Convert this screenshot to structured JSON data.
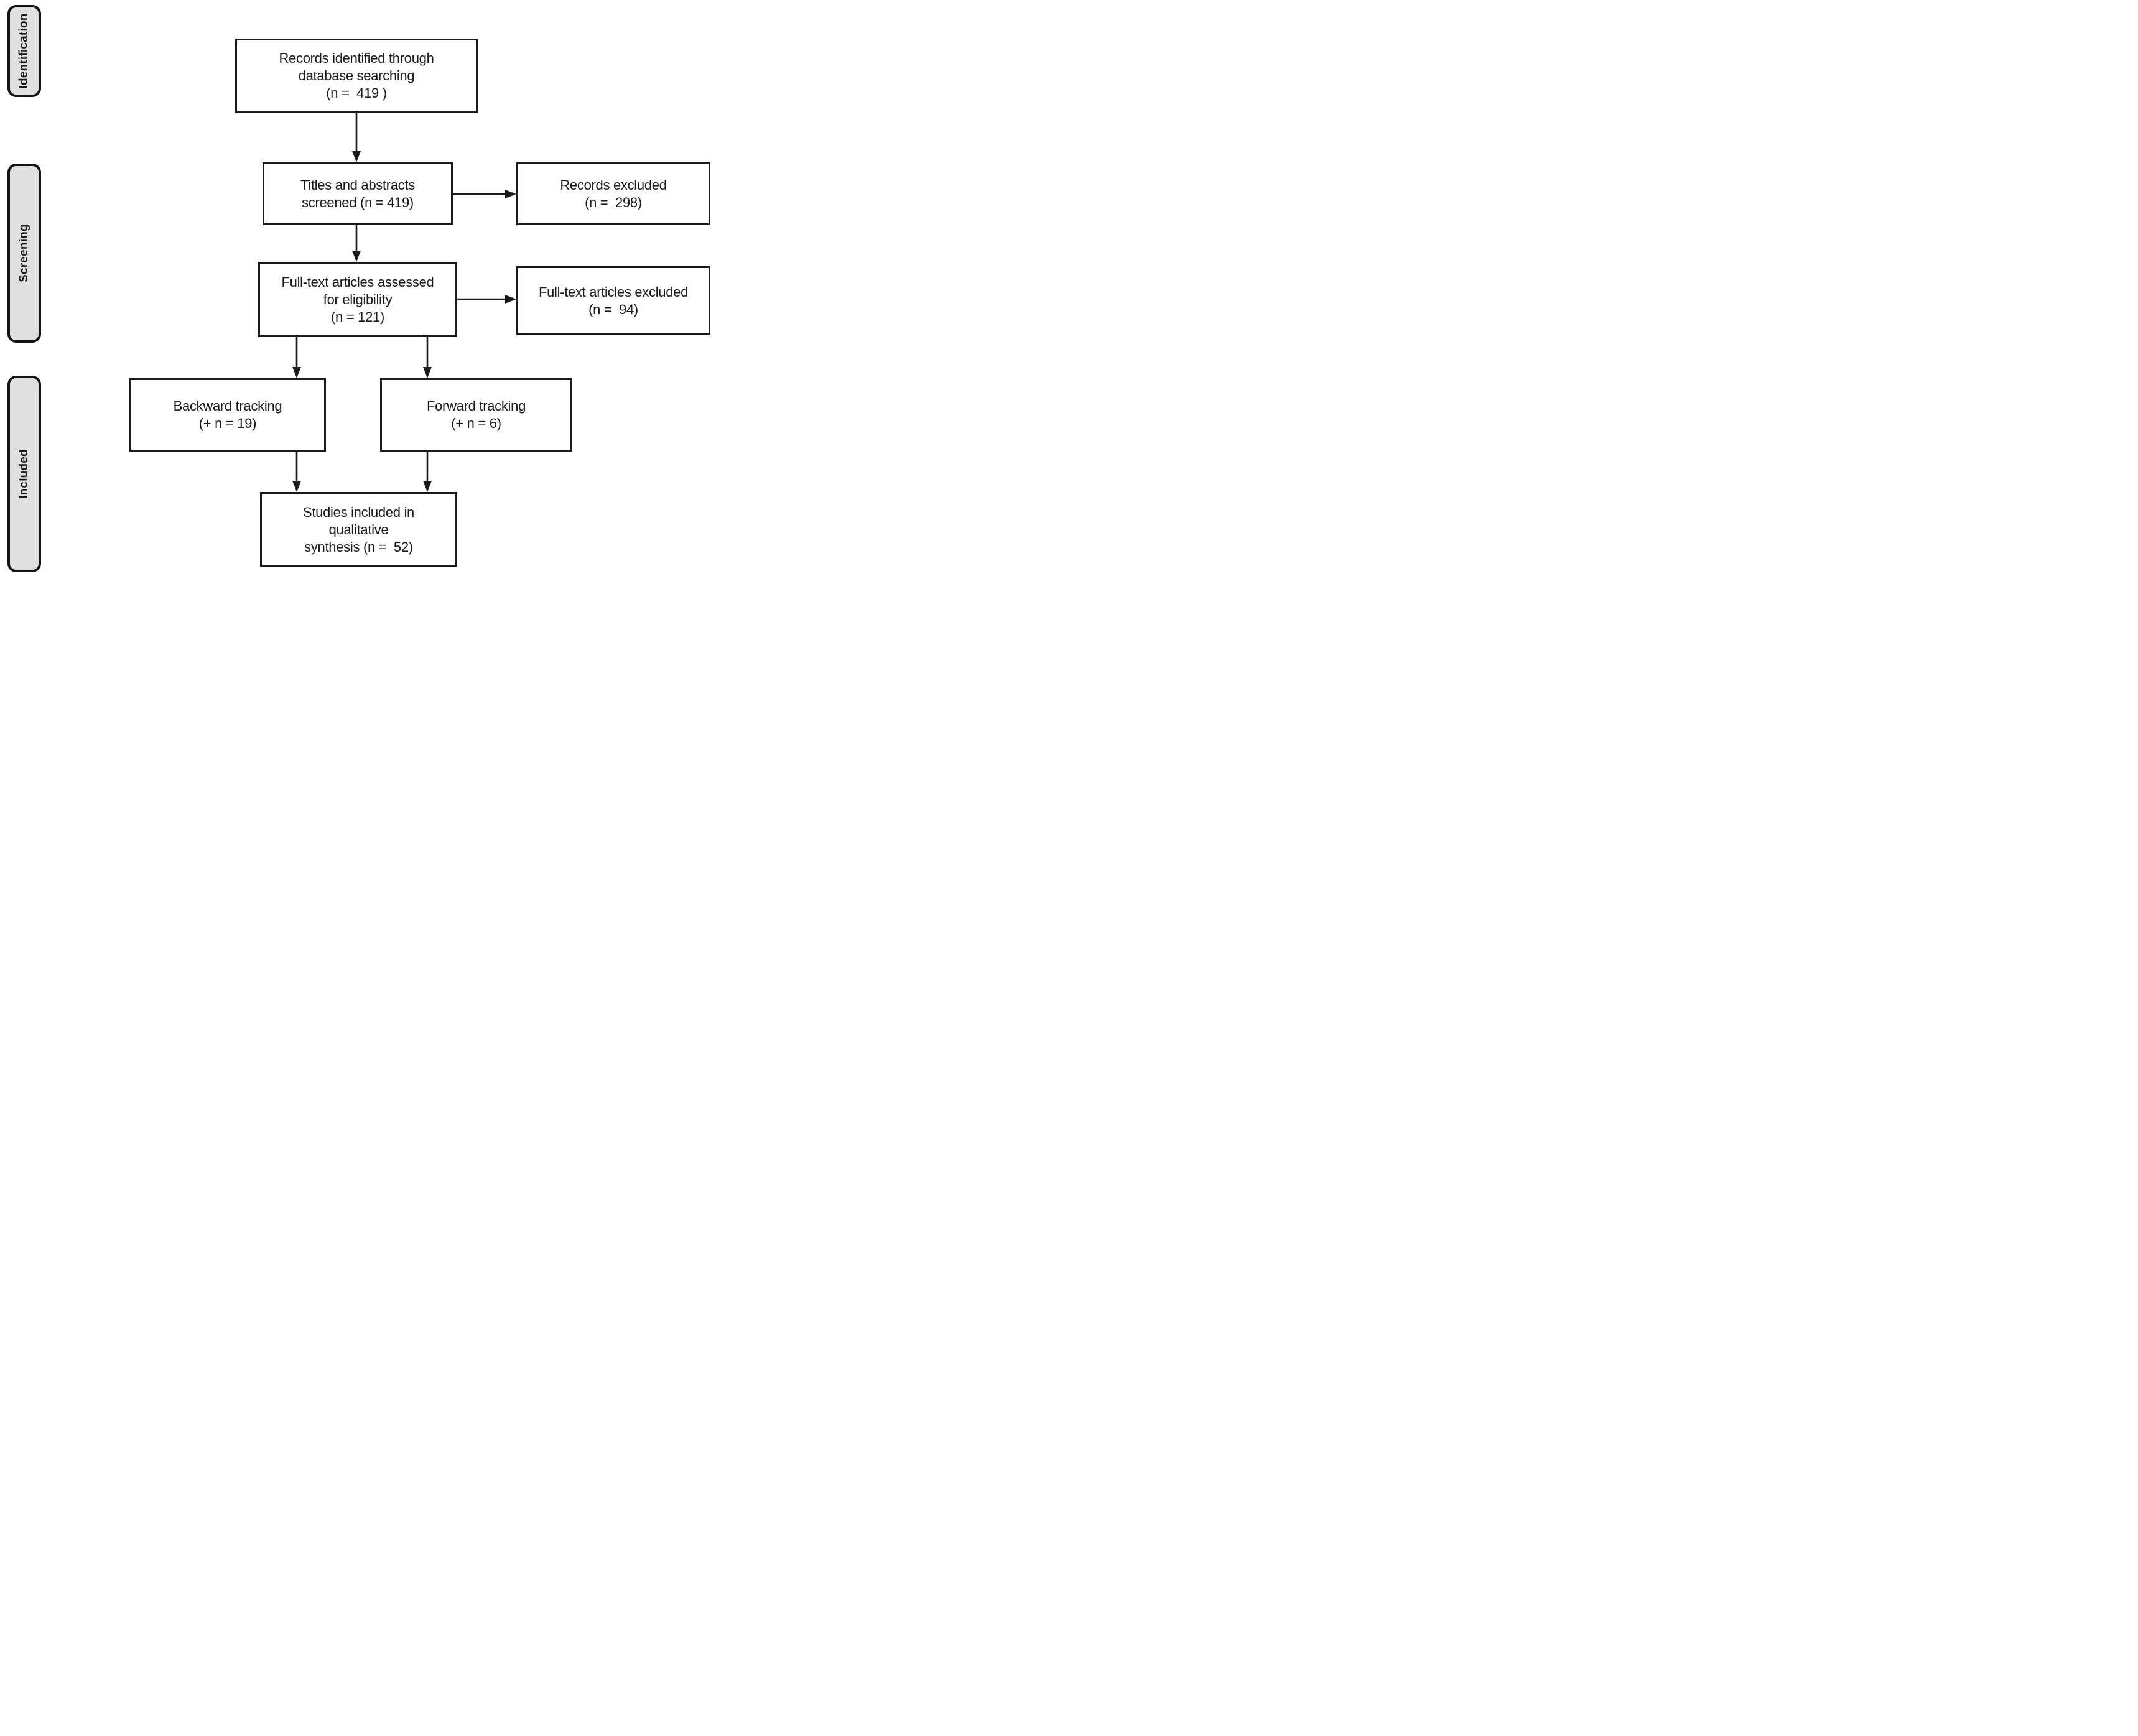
{
  "diagram_type": "flowchart",
  "stages": [
    {
      "id": "identification",
      "label": "Identification"
    },
    {
      "id": "screening",
      "label": "Screening"
    },
    {
      "id": "included",
      "label": "Included"
    }
  ],
  "nodes": [
    {
      "id": "records-identified",
      "text": "Records identified through\ndatabase searching\n(n =  419 )",
      "n": 419
    },
    {
      "id": "titles-screened",
      "text": "Titles and abstracts\nscreened (n = 419)",
      "n": 419
    },
    {
      "id": "records-excluded",
      "text": "Records excluded\n(n =  298)",
      "n": 298
    },
    {
      "id": "fulltext-assessed",
      "text": "Full-text articles assessed\nfor eligibility\n(n = 121)",
      "n": 121
    },
    {
      "id": "fulltext-excluded",
      "text": "Full-text articles excluded\n(n =  94)",
      "n": 94
    },
    {
      "id": "backward-tracking",
      "text": "Backward tracking\n(+ n = 19)",
      "n": 19
    },
    {
      "id": "forward-tracking",
      "text": "Forward tracking\n(+ n = 6)",
      "n": 6
    },
    {
      "id": "studies-included",
      "text": "Studies included in\nqualitative\nsynthesis (n =  52)",
      "n": 52
    }
  ],
  "edges": [
    {
      "from": "records-identified",
      "to": "titles-screened"
    },
    {
      "from": "titles-screened",
      "to": "records-excluded"
    },
    {
      "from": "titles-screened",
      "to": "fulltext-assessed"
    },
    {
      "from": "fulltext-assessed",
      "to": "fulltext-excluded"
    },
    {
      "from": "fulltext-assessed",
      "to": "backward-tracking"
    },
    {
      "from": "fulltext-assessed",
      "to": "forward-tracking"
    },
    {
      "from": "backward-tracking",
      "to": "studies-included"
    },
    {
      "from": "forward-tracking",
      "to": "studies-included"
    }
  ],
  "colors": {
    "background": "#ffffff",
    "box_border": "#1a1a1a",
    "box_fill": "#ffffff",
    "stage_fill": "#e0e0e0",
    "stage_border": "#141414",
    "text": "#1a1a1a",
    "arrow": "#1a1a1a"
  }
}
